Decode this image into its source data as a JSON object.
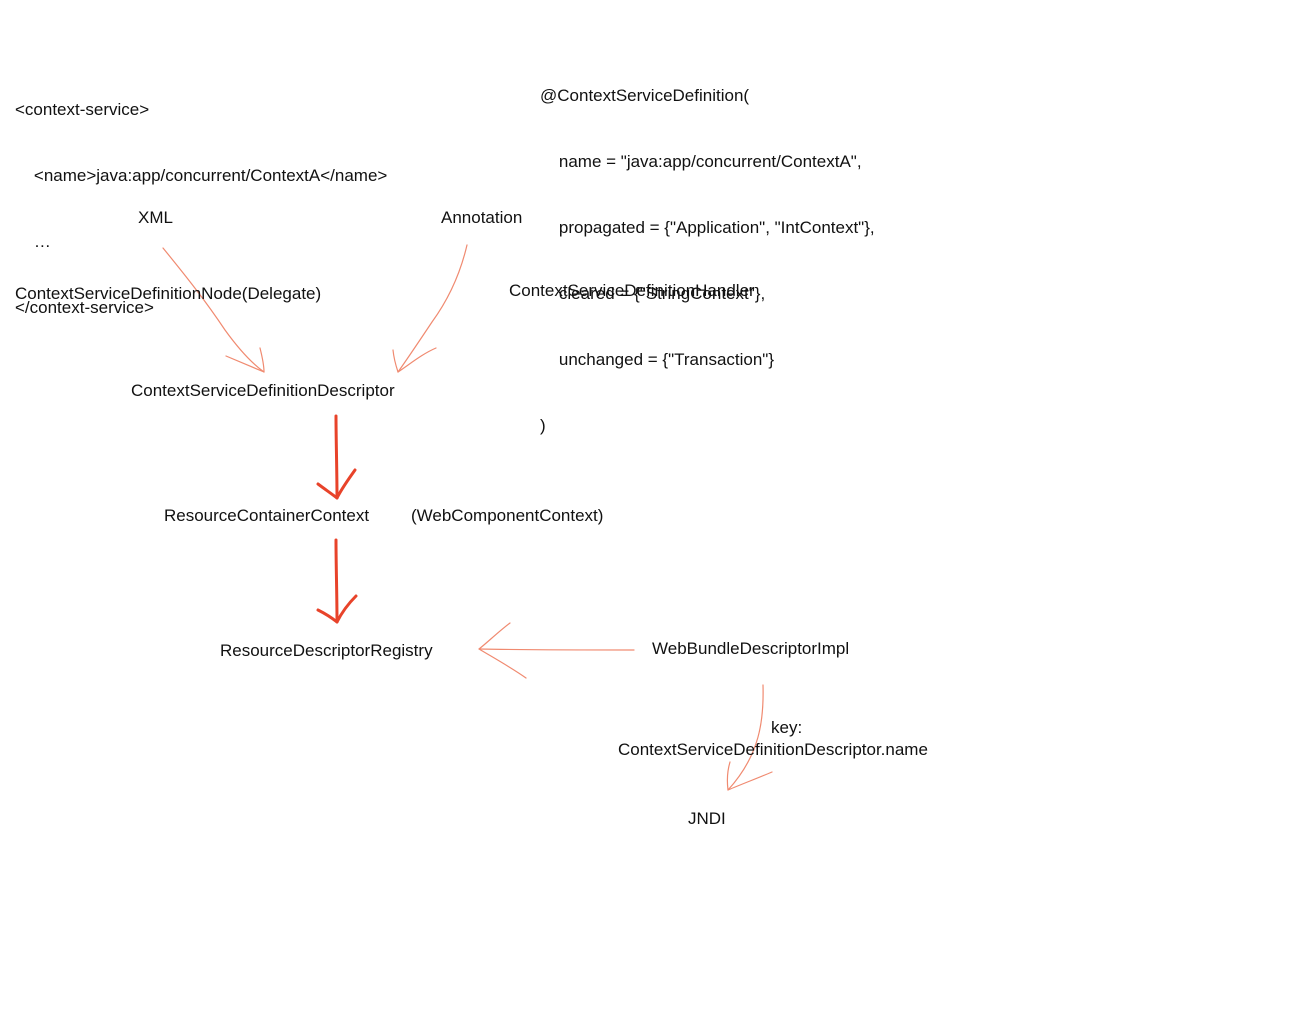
{
  "xml_snippet": {
    "lines": [
      "<context-service>",
      "    <name>java:app/concurrent/ContextA</name>",
      "    …",
      "</context-service>"
    ]
  },
  "annotation_snippet": {
    "lines": [
      "@ContextServiceDefinition(",
      "    name = \"java:app/concurrent/ContextA\",",
      "    propagated = {\"Application\", \"IntContext\"},",
      "    cleared = {\"StringContext\"},",
      "    unchanged = {\"Transaction\"}",
      ")"
    ]
  },
  "nodes": {
    "xml": "XML",
    "annotation": "Annotation",
    "node_delegate": "ContextServiceDefinitionNode(Delegate)",
    "handler": "ContextServiceDefinitionHandler",
    "descriptor": "ContextServiceDefinitionDescriptor",
    "resource_container_context": "ResourceContainerContext",
    "web_component_context": "(WebComponentContext)",
    "registry": "ResourceDescriptorRegistry",
    "web_bundle": "WebBundleDescriptorImpl",
    "key_label": "key:",
    "key_value": "ContextServiceDefinitionDescriptor.name",
    "jndi": "JNDI"
  },
  "colors": {
    "thin_arrow": "#f08a70",
    "thick_arrow": "#e8432a",
    "text": "#111111"
  }
}
